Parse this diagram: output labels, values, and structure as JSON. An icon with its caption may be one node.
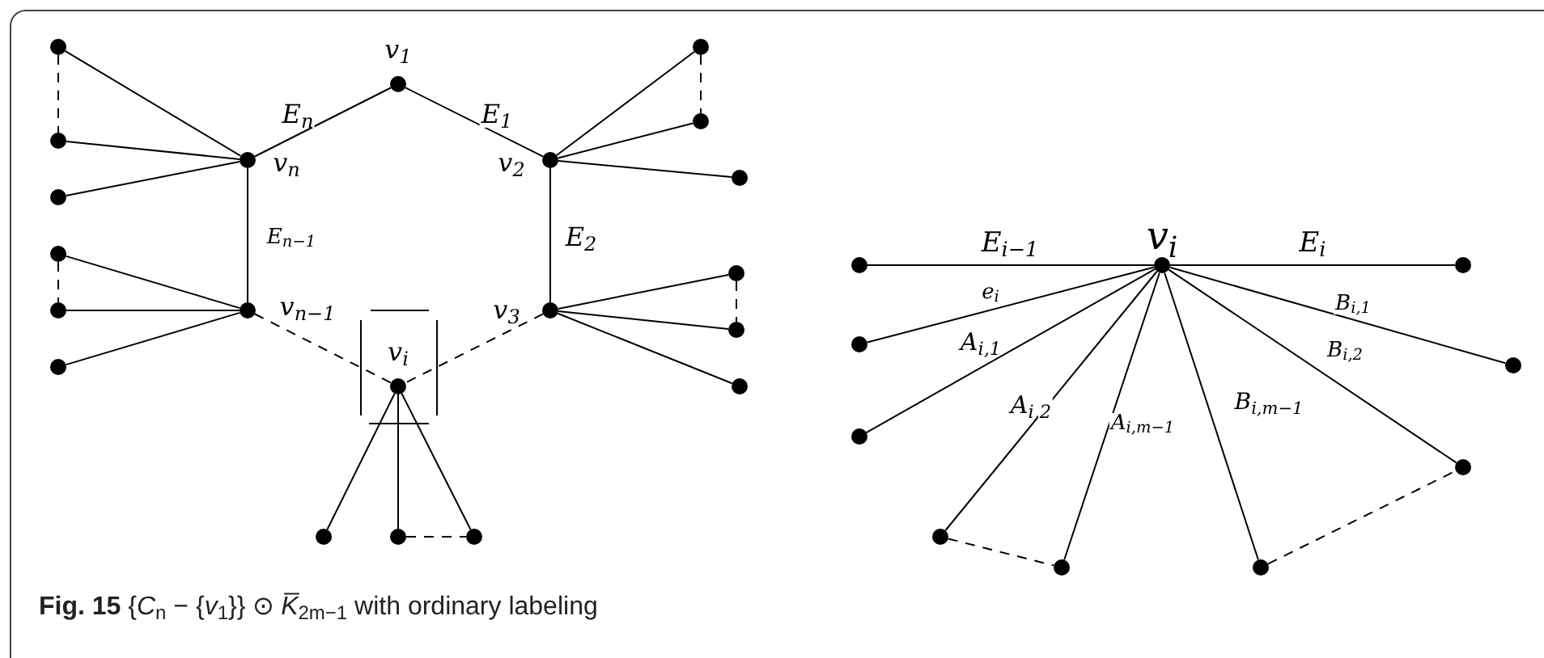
{
  "diagram": {
    "caption": "**Fig. 15** {*C*$_{n}$ − {*v*$_{1}$}} ⊙ *K̅*$_{2m−1}$ with ordinary labeling",
    "nodes": [
      {
        "text": [],
        "shape": "circle",
        "beside": [
          "v$_{1}$"
        ]
      },
      {
        "text": [],
        "shape": "circle"
      },
      {
        "text": [],
        "shape": "circle"
      },
      {
        "text": [],
        "shape": "circle"
      },
      {
        "text": [],
        "shape": "circle",
        "beside": [
          "v$_{n}$"
        ]
      },
      {
        "text": [],
        "shape": "circle",
        "beside": [
          "v$_{2}$"
        ]
      },
      {
        "text": [],
        "shape": "circle"
      },
      {
        "text": [],
        "shape": "circle"
      },
      {
        "text": [],
        "shape": "circle"
      },
      {
        "text": [],
        "shape": "circle"
      },
      {
        "text": [],
        "shape": "circle"
      },
      {
        "text": [],
        "shape": "circle",
        "beside": [
          "v$_{n−1}$"
        ]
      },
      {
        "text": [],
        "shape": "circle",
        "beside": [
          "v$_{3}$"
        ]
      },
      {
        "text": [],
        "shape": "circle"
      },
      {
        "text": [],
        "shape": "circle"
      },
      {
        "text": [],
        "shape": "circle"
      },
      {
        "text": [],
        "shape": "circle",
        "beside": [
          "v$_{i}$"
        ]
      },
      {
        "text": [],
        "shape": "circle"
      },
      {
        "text": [],
        "shape": "circle"
      },
      {
        "text": [],
        "shape": "circle"
      },
      {
        "text": [],
        "shape": "circle"
      },
      {
        "text": [],
        "shape": "circle",
        "beside": [
          "v$_{i}$"
        ]
      },
      {
        "text": [],
        "shape": "circle"
      },
      {
        "text": [],
        "shape": "circle"
      },
      {
        "text": [],
        "shape": "circle"
      },
      {
        "text": [],
        "shape": "circle"
      },
      {
        "text": [],
        "shape": "circle"
      },
      {
        "text": [],
        "shape": "circle"
      },
      {
        "text": [],
        "shape": "circle"
      },
      {
        "text": [],
        "shape": "circle"
      },
      {
        "text": [],
        "shape": "circle"
      }
    ],
    "edges": [
      {
        "from": 4,
        "to": 0,
        "arrow": "none",
        "label": "E$_{n}$"
      },
      {
        "from": 0,
        "to": 5,
        "arrow": "none",
        "label": "E$_{1}$"
      },
      {
        "from": 4,
        "to": 11,
        "arrow": "none",
        "label": "E$_{n−1}$"
      },
      {
        "from": 5,
        "to": 12,
        "arrow": "none",
        "label": "E$_{2}$"
      },
      {
        "from": 11,
        "to": 16,
        "arrow": "none",
        "style": "dashed"
      },
      {
        "from": 12,
        "to": 16,
        "arrow": "none",
        "style": "dashed"
      },
      {
        "from": 4,
        "to": 1,
        "arrow": "none"
      },
      {
        "from": 4,
        "to": 6,
        "arrow": "none"
      },
      {
        "from": 4,
        "to": 8,
        "arrow": "none"
      },
      {
        "from": 1,
        "to": 6,
        "arrow": "none",
        "style": "dashed"
      },
      {
        "from": 11,
        "to": 9,
        "arrow": "none"
      },
      {
        "from": 11,
        "to": 13,
        "arrow": "none"
      },
      {
        "from": 11,
        "to": 15,
        "arrow": "none"
      },
      {
        "from": 9,
        "to": 13,
        "arrow": "none",
        "style": "dashed"
      },
      {
        "from": 5,
        "to": 2,
        "arrow": "none"
      },
      {
        "from": 5,
        "to": 3,
        "arrow": "none"
      },
      {
        "from": 5,
        "to": 7,
        "arrow": "none"
      },
      {
        "from": 2,
        "to": 3,
        "arrow": "none",
        "style": "dashed"
      },
      {
        "from": 12,
        "to": 10,
        "arrow": "none"
      },
      {
        "from": 12,
        "to": 14,
        "arrow": "none"
      },
      {
        "from": 12,
        "to": 17,
        "arrow": "none"
      },
      {
        "from": 10,
        "to": 14,
        "arrow": "none",
        "style": "dashed"
      },
      {
        "from": 16,
        "to": 18,
        "arrow": "none"
      },
      {
        "from": 16,
        "to": 19,
        "arrow": "none"
      },
      {
        "from": 16,
        "to": 20,
        "arrow": "none"
      },
      {
        "from": 19,
        "to": 20,
        "arrow": "none",
        "style": "dashed"
      },
      {
        "from": 21,
        "to": 22,
        "arrow": "none",
        "label": "E$_{i−1}$"
      },
      {
        "from": 21,
        "to": 23,
        "arrow": "none",
        "label": "E$_{i}$"
      },
      {
        "from": 21,
        "to": 24,
        "arrow": "none",
        "label": "e$_{i}$"
      },
      {
        "from": 21,
        "to": 26,
        "arrow": "none",
        "label": "A$_{i,1}$"
      },
      {
        "from": 21,
        "to": 28,
        "arrow": "none",
        "label": "A$_{i,2}$"
      },
      {
        "from": 21,
        "to": 29,
        "arrow": "none",
        "label": "A$_{i,m−1}$"
      },
      {
        "from": 21,
        "to": 30,
        "arrow": "none",
        "label": "B$_{i,m−1}$"
      },
      {
        "from": 21,
        "to": 27,
        "arrow": "none",
        "label": "B$_{i,2}$"
      },
      {
        "from": 21,
        "to": 25,
        "arrow": "none",
        "label": "B$_{i,1}$"
      },
      {
        "from": 28,
        "to": 29,
        "arrow": "none",
        "style": "dashed"
      },
      {
        "from": 30,
        "to": 27,
        "arrow": "none",
        "style": "dashed"
      }
    ]
  }
}
